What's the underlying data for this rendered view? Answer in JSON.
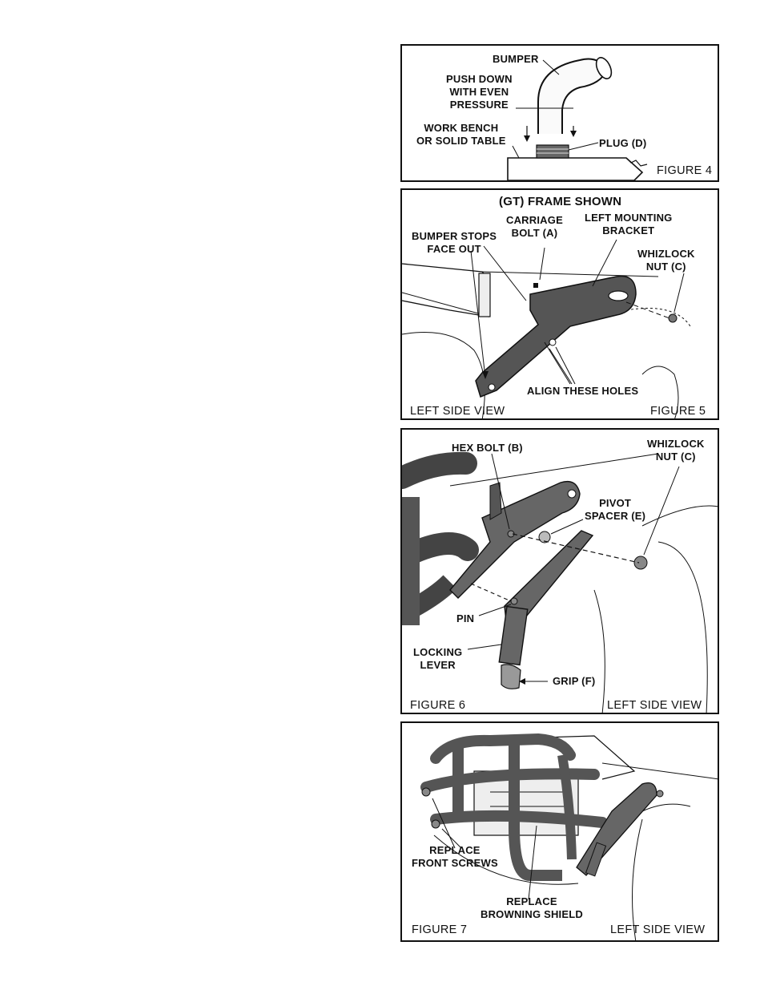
{
  "figure4": {
    "caption": "FIGURE 4",
    "labels": {
      "bumper": "BUMPER",
      "push_down": "PUSH DOWN\nWITH EVEN\nPRESSURE",
      "work_bench": "WORK BENCH\nOR SOLID TABLE",
      "plug": "PLUG (D)"
    }
  },
  "figure5": {
    "header": "(GT) FRAME SHOWN",
    "caption": "FIGURE 5",
    "view": "LEFT SIDE VIEW",
    "labels": {
      "carriage_bolt": "CARRIAGE\nBOLT (A)",
      "left_mounting_bracket": "LEFT MOUNTING\nBRACKET",
      "bumper_stops": "BUMPER STOPS\nFACE OUT",
      "whizlock_nut": "WHIZLOCK\nNUT (C)",
      "align_holes": "ALIGN THESE HOLES"
    }
  },
  "figure6": {
    "caption": "FIGURE 6",
    "view": "LEFT SIDE VIEW",
    "labels": {
      "hex_bolt": "HEX BOLT (B)",
      "whizlock_nut": "WHIZLOCK\nNUT (C)",
      "pivot_spacer": "PIVOT\nSPACER (E)",
      "pin": "PIN",
      "locking_lever": "LOCKING\nLEVER",
      "grip": "GRIP (F)"
    }
  },
  "figure7": {
    "caption": "FIGURE 7",
    "view": "LEFT SIDE VIEW",
    "labels": {
      "replace_front_screws": "REPLACE\nFRONT SCREWS",
      "replace_browning_shield": "REPLACE\nBROWNING SHIELD"
    }
  }
}
